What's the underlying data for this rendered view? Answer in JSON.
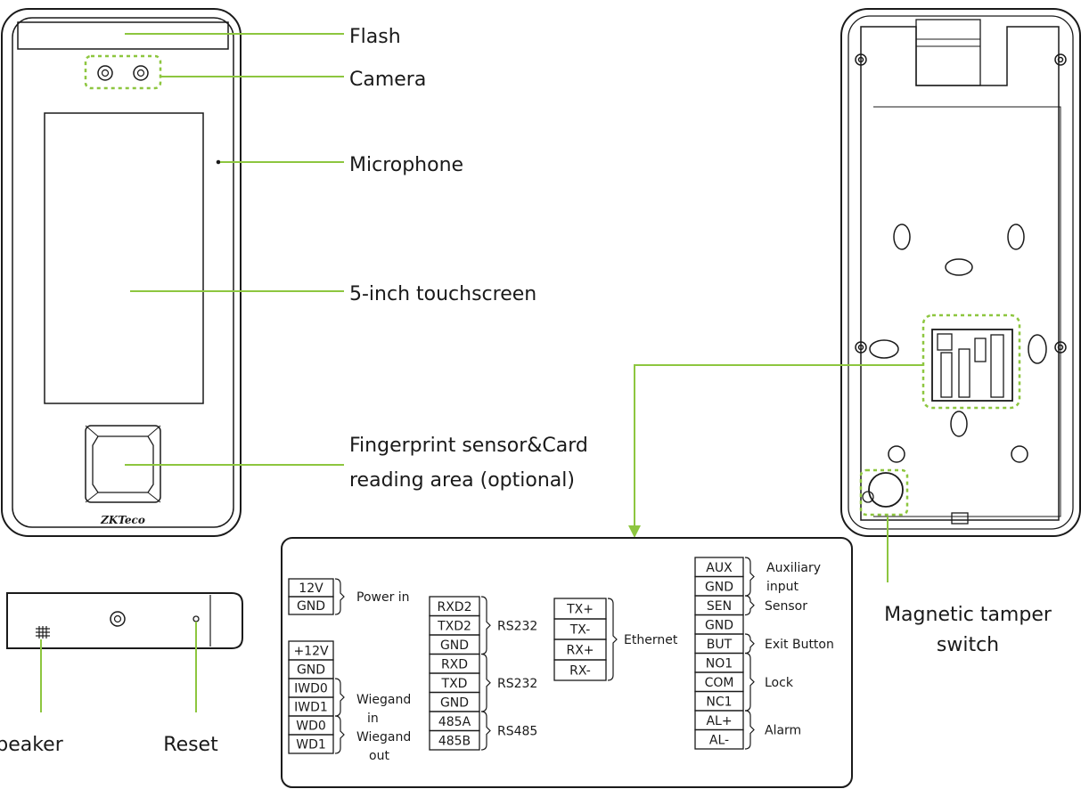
{
  "colors": {
    "accent_green": "#8dc63f",
    "outline": "#1a1a1a",
    "background": "#ffffff"
  },
  "callouts": {
    "flash": "Flash",
    "camera": "Camera",
    "microphone": "Microphone",
    "touchscreen": "5-inch touchscreen",
    "fingerprint_line1": "Fingerprint sensor&Card",
    "fingerprint_line2": "reading area (optional)",
    "tamper_line1": "Magnetic tamper",
    "tamper_line2": "switch",
    "speaker": "Speaker",
    "reset": "Reset"
  },
  "device": {
    "logo_text": "ZKTeco"
  },
  "wiring": {
    "col1_top": [
      "12V",
      "GND"
    ],
    "col1_bottom": [
      "+12V",
      "GND",
      "IWD0",
      "IWD1",
      "WD0",
      "WD1"
    ],
    "col2": [
      "RXD2",
      "TXD2",
      "GND",
      "RXD",
      "TXD",
      "GND",
      "485A",
      "485B"
    ],
    "col3": [
      "TX+",
      "TX-",
      "RX+",
      "RX-"
    ],
    "col4": [
      "AUX",
      "GND",
      "SEN",
      "GND",
      "BUT",
      "NO1",
      "COM",
      "NC1",
      "AL+",
      "AL-"
    ],
    "groups": {
      "power_in": "Power in",
      "wiegand_in_line1": "Wiegand",
      "wiegand_in_line2": "in",
      "wiegand_out_line1": "Wiegand",
      "wiegand_out_line2": "out",
      "rs232_a": "RS232",
      "rs232_b": "RS232",
      "rs485": "RS485",
      "ethernet": "Ethernet",
      "auxiliary_line1": "Auxiliary",
      "auxiliary_line2": "input",
      "sensor": "Sensor",
      "exit_button": "Exit Button",
      "lock": "Lock",
      "alarm": "Alarm"
    }
  }
}
